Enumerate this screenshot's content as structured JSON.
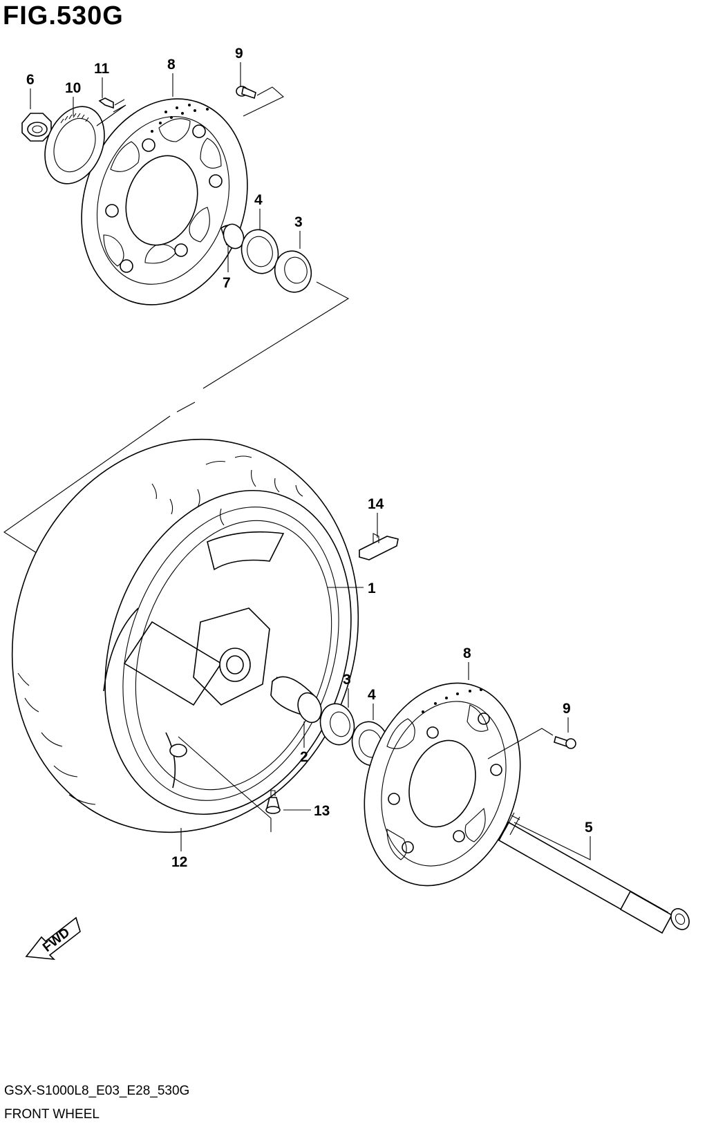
{
  "figure": {
    "title": "FIG.530G"
  },
  "callouts": [
    {
      "id": "c1",
      "label": "1"
    },
    {
      "id": "c2",
      "label": "2"
    },
    {
      "id": "c3a",
      "label": "3"
    },
    {
      "id": "c3b",
      "label": "3"
    },
    {
      "id": "c4a",
      "label": "4"
    },
    {
      "id": "c4b",
      "label": "4"
    },
    {
      "id": "c5",
      "label": "5"
    },
    {
      "id": "c6",
      "label": "6"
    },
    {
      "id": "c7",
      "label": "7"
    },
    {
      "id": "c8a",
      "label": "8"
    },
    {
      "id": "c8b",
      "label": "8"
    },
    {
      "id": "c9a",
      "label": "9"
    },
    {
      "id": "c9b",
      "label": "9"
    },
    {
      "id": "c10",
      "label": "10"
    },
    {
      "id": "c11",
      "label": "11"
    },
    {
      "id": "c12",
      "label": "12"
    },
    {
      "id": "c13",
      "label": "13"
    },
    {
      "id": "c14",
      "label": "14"
    }
  ],
  "fwd_arrow": {
    "label": "FWD"
  },
  "footer": {
    "model_code": "GSX-S1000L8_E03_E28_530G",
    "section_name": "FRONT WHEEL"
  }
}
